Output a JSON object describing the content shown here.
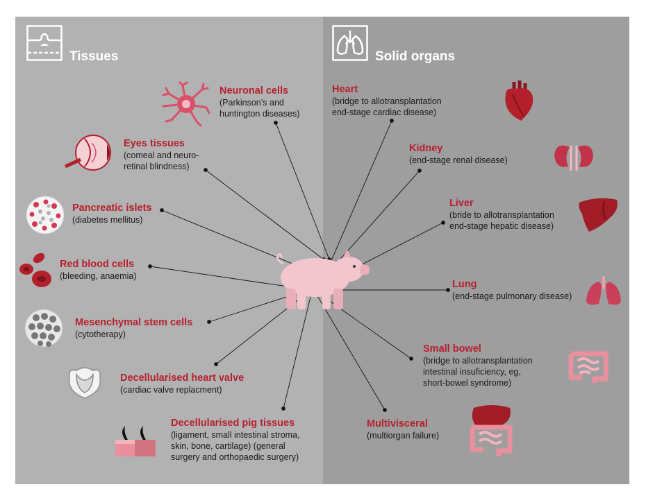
{
  "sections": {
    "tissues": {
      "title": "Tissues",
      "icon": "skin-tissue-icon"
    },
    "solid_organs": {
      "title": "Solid organs",
      "icon": "lungs-icon"
    }
  },
  "tissues": [
    {
      "name": "Neuronal cells",
      "desc": "(Parkinson’s and\nhuntington diseases)",
      "icon": "neuron-icon"
    },
    {
      "name": "Eyes tissues",
      "desc": "(comeal and neuro-\nretinal blindness)",
      "icon": "eye-icon"
    },
    {
      "name": "Pancreatic islets",
      "desc": "(diabetes mellitus)",
      "icon": "pancreatic-islet-icon"
    },
    {
      "name": "Red blood cells",
      "desc": "(bleeding, anaemia)",
      "icon": "red-blood-cells-icon"
    },
    {
      "name": "Mesenchymal stem cells",
      "desc": "(cytotherapy)",
      "icon": "stem-cells-icon"
    },
    {
      "name": "Decellularised heart valve",
      "desc": "(cardiac valve replacment)",
      "icon": "heart-valve-icon"
    },
    {
      "name": "Decellularised pig tissues",
      "desc": "(ligament, small intestinal stroma,\nskin, bone, cartilage) (general\nsurgery and orthopaedic surgery)",
      "icon": "pig-skin-tissue-icon"
    }
  ],
  "organs": [
    {
      "name": "Heart",
      "desc": "(bridge to allotransplantation\nend-stage cardiac disease)",
      "icon": "heart-icon"
    },
    {
      "name": "Kidney",
      "desc": "(end-stage renal disease)",
      "icon": "kidney-icon"
    },
    {
      "name": "Liver",
      "desc": "(bride to allotransplantation\nend-stage hepatic disease)",
      "icon": "liver-icon"
    },
    {
      "name": "Lung",
      "desc": "(end-stage pulmonary disease)",
      "icon": "lung-icon"
    },
    {
      "name": "Small bowel",
      "desc": "(bridge to allotransplantation\nintestinal insuficiency, eg,\nshort-bowel syndrome)",
      "icon": "small-bowel-icon"
    },
    {
      "name": "Multivisceral",
      "desc": "(multiorgan failure)",
      "icon": "multivisceral-icon"
    }
  ],
  "center": {
    "icon": "pig-icon"
  },
  "colors": {
    "left_panel": "#b2b2b2",
    "right_panel": "#9e9e9e",
    "title_red": "#b5202e",
    "pig_pink": "#f2c6cc",
    "organ_red": "#b3202c"
  }
}
